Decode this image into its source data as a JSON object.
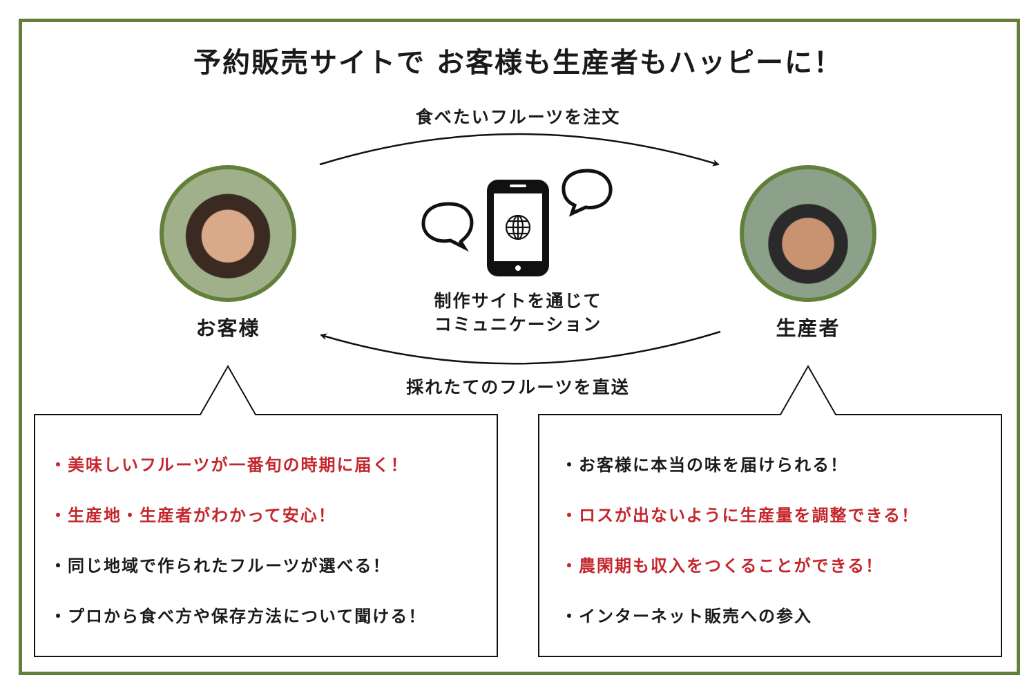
{
  "title": "予約販売サイトで お客様も生産者もハッピーに！",
  "top_arrow_label": "食べたいフルーツを注文",
  "bottom_arrow_label": "採れたてのフルーツを直送",
  "center_text": [
    "制作サイトを通じて",
    "コミュニケーション"
  ],
  "customer": {
    "label": "お客様"
  },
  "producer": {
    "label": "生産者"
  },
  "customer_benefits": [
    {
      "text": "・美味しいフルーツが一番旬の時期に届く！",
      "highlight": true
    },
    {
      "text": "・生産地・生産者がわかって安心！",
      "highlight": true
    },
    {
      "text": "・同じ地域で作られたフルーツが選べる！",
      "highlight": false
    },
    {
      "text": "・プロから食べ方や保存方法について聞ける！",
      "highlight": false
    }
  ],
  "producer_benefits": [
    {
      "text": "・お客様に本当の味を届けられる！",
      "highlight": false
    },
    {
      "text": "・ロスが出ないように生産量を調整できる！",
      "highlight": true
    },
    {
      "text": "・農閑期も収入をつくることができる！",
      "highlight": true
    },
    {
      "text": "・インターネット販売への参入",
      "highlight": false
    }
  ],
  "colors": {
    "frame": "#62803a",
    "highlight": "#c4262c",
    "text": "#1a1a1a"
  }
}
